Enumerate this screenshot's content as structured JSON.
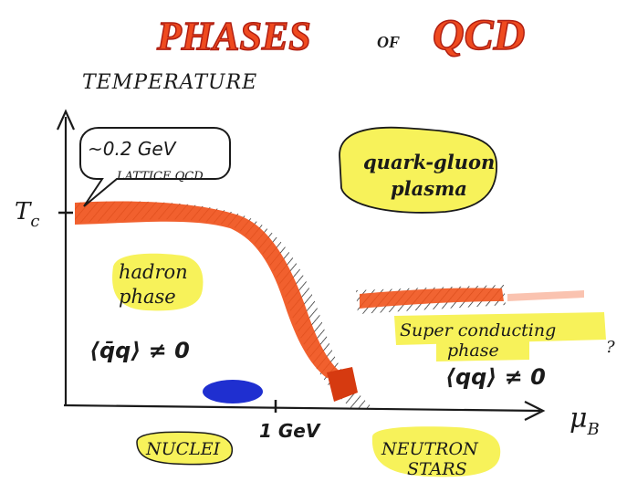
{
  "title": {
    "word1": "PHASES",
    "connector": "OF",
    "word2": "QCD"
  },
  "axes": {
    "y_label": "TEMPERATURE",
    "y_tick": "T",
    "y_tick_sub": "c",
    "x_label": "μ",
    "x_label_sub": "B",
    "x_tick": "1 GeV"
  },
  "callout": {
    "value": "~0.2 GeV",
    "source": "LATTICE QCD"
  },
  "regions": {
    "qgp_line1": "quark-gluon",
    "qgp_line2": "plasma",
    "hadron_line1": "hadron",
    "hadron_line2": "phase",
    "hadron_condensate": "⟨q̄q⟩ ≠ 0",
    "sc_line1": "Super conducting",
    "sc_line2": "phase",
    "sc_condensate": "⟨qq⟩ ≠ 0",
    "question": "?"
  },
  "markers": {
    "nuclei": "NUCLEI",
    "neutron_line1": "NEUTRON",
    "neutron_line2": "STARS"
  },
  "colors": {
    "boundary": "#f0531c",
    "boundary_dark": "#d63a10",
    "highlight": "#f7f25a",
    "ink": "#1a1a1a",
    "title_fill": "#ef4a1f",
    "title_stroke": "#b01f12",
    "nuclei_blob": "#1f2fd0"
  }
}
